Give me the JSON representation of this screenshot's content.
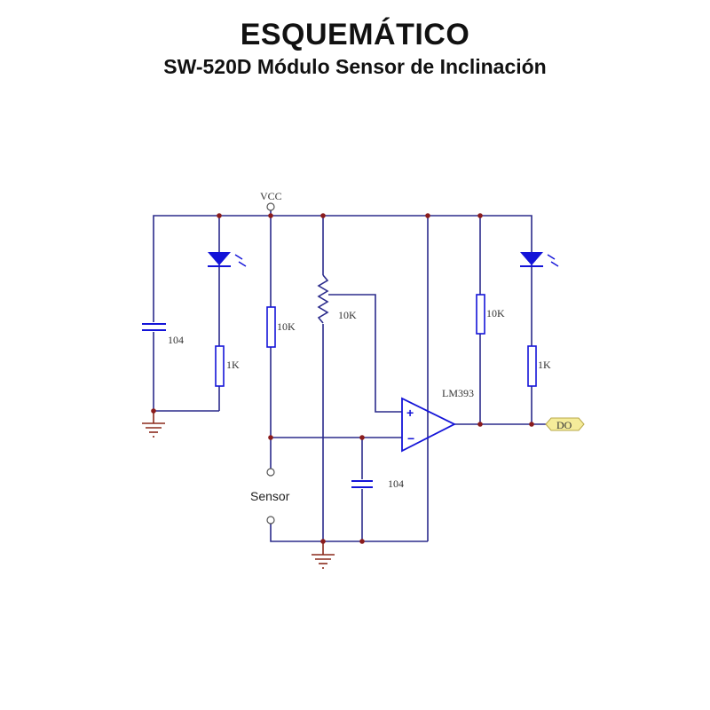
{
  "header": {
    "title": "ESQUEMÁTICO",
    "subtitle": "SW-520D Módulo Sensor de Inclinación"
  },
  "schematic": {
    "vcc_label": "VCC",
    "cap_left_label": "104",
    "res_led_left_label": "1K",
    "res_pullup_label": "10K",
    "pot_label": "10K",
    "res_output_pullup_label": "10K",
    "res_led_right_label": "1K",
    "comparator_label": "LM393",
    "comparator_plus": "+",
    "comparator_minus": "−",
    "cap_filter_label": "104",
    "sensor_label": "Sensor",
    "output_label": "DO"
  },
  "colors": {
    "wire": "#2b2b8c",
    "component": "#1414d8",
    "junction": "#8b1c1c",
    "ground": "#8b2a1c",
    "output_tag": "#f5ec9a"
  }
}
